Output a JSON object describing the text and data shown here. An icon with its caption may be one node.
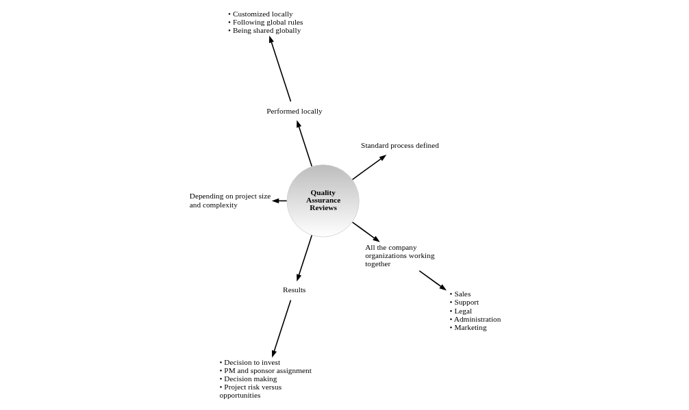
{
  "diagram": {
    "nodes": [
      {
        "text": [
          "Quality Assurance Reviews"
        ]
      },
      {
        "text": [
          "Standard process defined"
        ]
      },
      {
        "text": [
          "Performed locally"
        ]
      },
      {
        "text": [
          "• Customized locally",
          "• Following global rules",
          "• Being shared globally"
        ]
      },
      {
        "text": [
          "Depending on project size and complexity"
        ]
      },
      {
        "text": [
          "Results"
        ]
      },
      {
        "text": [
          "• Decision to invest",
          "• PM and sponsor assignment",
          "• Decision making",
          "• Project risk versus opportunities"
        ]
      },
      {
        "text": [
          "All the company organizations working together"
        ]
      },
      {
        "text": [
          "• Sales",
          "• Support",
          "• Legal",
          "• Administration",
          "• Marketing"
        ]
      }
    ],
    "edges": [
      {
        "from": 0,
        "to": 1,
        "arrow": "to"
      },
      {
        "from": 0,
        "to": 2,
        "arrow": "to"
      },
      {
        "from": 2,
        "to": 3,
        "arrow": "to"
      },
      {
        "from": 0,
        "to": 4,
        "arrow": "to"
      },
      {
        "from": 0,
        "to": 5,
        "arrow": "to"
      },
      {
        "from": 5,
        "to": 6,
        "arrow": "to"
      },
      {
        "from": 0,
        "to": 7,
        "arrow": "to"
      },
      {
        "from": 7,
        "to": 8,
        "arrow": "to"
      }
    ]
  }
}
